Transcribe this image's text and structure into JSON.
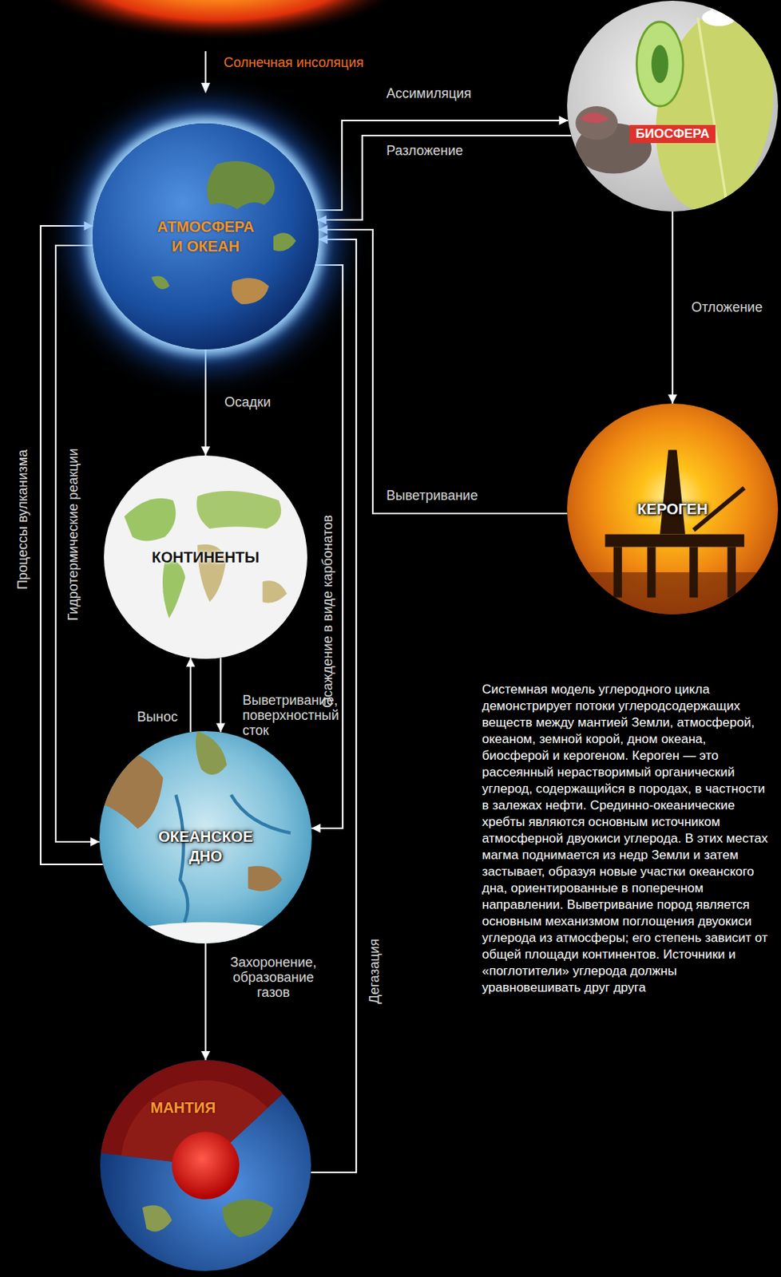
{
  "diagram": {
    "caption": "Системная модель углеродного цикла демонстрирует потоки углеродсодержащих веществ между мантией Земли, атмосферой, океаном, земной корой, дном океана, биосферой и керогеном. Кероген — это рассеянный нерастворимый органический углерод, содержащийся в породах, в частности в залежах нефти. Срединно-океанические хребты являются основным источником атмосферной двуокиси углерода. В этих местах магма поднимается из недр Земли и затем застывает, образуя новые участки океанского дна, ориентированные в поперечном направлении. Выветривание пород является основным механизмом поглощения двуокиси углерода из атмосферы; его степень зависит от общей площади континентов. Источники и «поглотители» углерода должны уравновешивать друг друга",
    "nodes": [
      {
        "text": [
          "АТМОСФЕРА И ОКЕАН"
        ]
      },
      {
        "text": [
          "БИОСФЕРА"
        ]
      },
      {
        "text": [
          "КЕРОГЕН"
        ]
      },
      {
        "text": [
          "КОНТИНЕНТЫ"
        ]
      },
      {
        "text": [
          "ОКЕАНСКОЕ ДНО"
        ]
      },
      {
        "text": [
          "МАНТИЯ"
        ]
      }
    ],
    "edges": [
      {
        "from": 0,
        "to": 1,
        "label": "Ассимиляция",
        "arrow": "to"
      },
      {
        "from": 1,
        "to": 0,
        "label": "Разложение",
        "arrow": "to"
      },
      {
        "from": 1,
        "to": 2,
        "label": "Отложение",
        "arrow": "to"
      },
      {
        "from": 2,
        "to": 0,
        "label": "Выветривание",
        "arrow": "to"
      },
      {
        "from": 0,
        "to": 3,
        "label": "Осадки",
        "arrow": "to"
      },
      {
        "from": 3,
        "to": 4,
        "label": "Выветривание, поверхностный сток",
        "arrow": "to"
      },
      {
        "from": 4,
        "to": 3,
        "label": "Вынос",
        "arrow": "to"
      },
      {
        "from": 4,
        "to": 5,
        "label": "Захоронение, образование газов",
        "arrow": "to"
      },
      {
        "from": 5,
        "to": 0,
        "label": "Дегазация",
        "arrow": "to"
      },
      {
        "from": 0,
        "to": 4,
        "label": "Осаждение в виде карбонатов",
        "arrow": "to"
      },
      {
        "from": 0,
        "to": 4,
        "label": "Гидротермические реакции",
        "arrow": "to"
      },
      {
        "from": 4,
        "to": 0,
        "label": "Процессы вулканизма",
        "arrow": "to"
      }
    ],
    "labels": [
      "Солнечная инсоляция"
    ]
  }
}
